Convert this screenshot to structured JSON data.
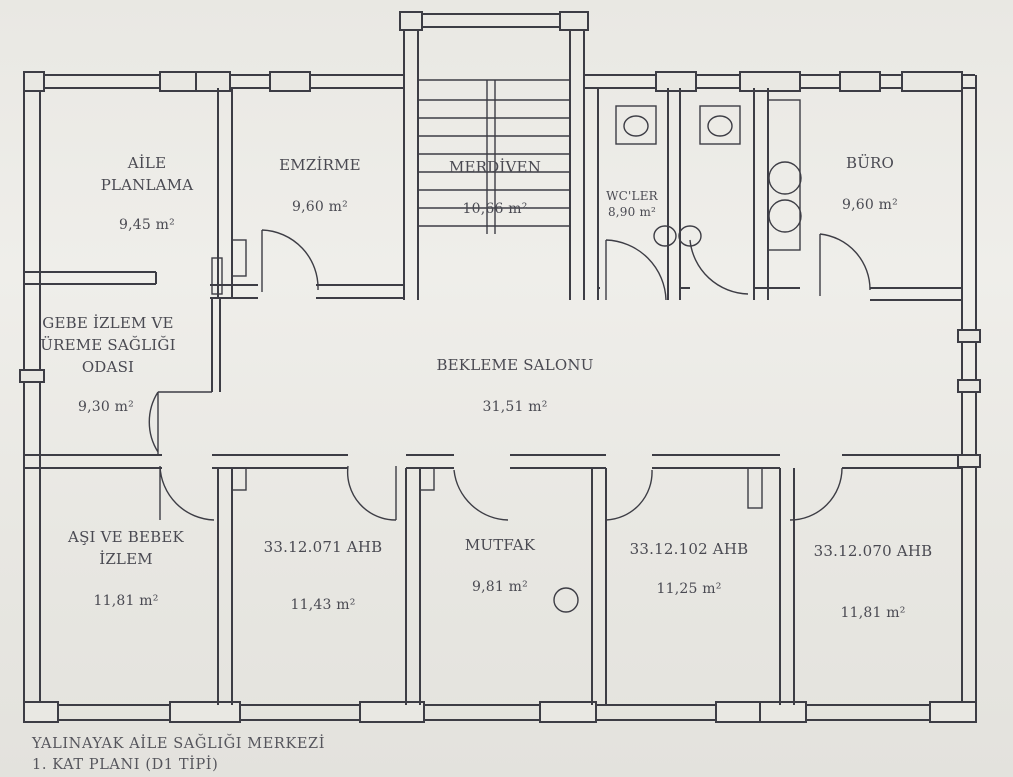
{
  "rooms": [
    {
      "key": "aile",
      "name": "AİLE\nPLANLAMA",
      "area": "9,45 m²"
    },
    {
      "key": "emzirme",
      "name": "EMZİRME",
      "area": "9,60 m²"
    },
    {
      "key": "merdiven",
      "name": "MERDİVEN",
      "area": "10,66 m²"
    },
    {
      "key": "wc",
      "name": "WC'LER",
      "area": "8,90 m²"
    },
    {
      "key": "buro",
      "name": "BÜRO",
      "area": "9,60 m²"
    },
    {
      "key": "gebe",
      "name": "GEBE İZLEM VE\nÜREME SAĞLIĞI\nODASI",
      "area": "9,30 m²"
    },
    {
      "key": "bekleme",
      "name": "BEKLEME SALONU",
      "area": "31,51 m²"
    },
    {
      "key": "asi",
      "name": "AŞI VE BEBEK\nİZLEM",
      "area": "11,81 m²"
    },
    {
      "key": "ahb071",
      "name": "33.12.071 AHB",
      "area": "11,43 m²"
    },
    {
      "key": "mutfak",
      "name": "MUTFAK",
      "area": "9,81 m²"
    },
    {
      "key": "ahb102",
      "name": "33.12.102 AHB",
      "area": "11,25 m²"
    },
    {
      "key": "ahb070",
      "name": "33.12.070 AHB",
      "area": "11,81 m²"
    }
  ],
  "caption": {
    "line1": "YALINAYAK AİLE SAĞLIĞI MERKEZİ",
    "line2": "1. KAT PLANI (D1 TİPİ)"
  }
}
